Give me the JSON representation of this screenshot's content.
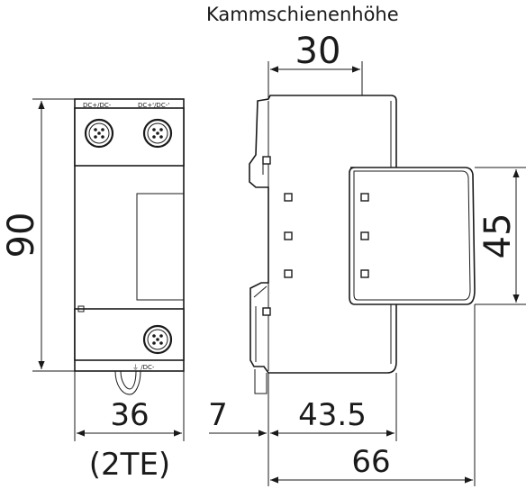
{
  "labels": {
    "rail_height_title": "Kammschienenhöhe",
    "rail_height_value": "30",
    "height_value": "90",
    "width_value": "36",
    "width_units": "(2TE)",
    "offset_value": "7",
    "depth_inner_value": "43.5",
    "depth_total_value": "66",
    "front_height_value": "45"
  },
  "terminals": {
    "top_left": "DC+/DC-",
    "top_right": "DC+'/DC-'",
    "bottom": "⏚ /DC-"
  }
}
